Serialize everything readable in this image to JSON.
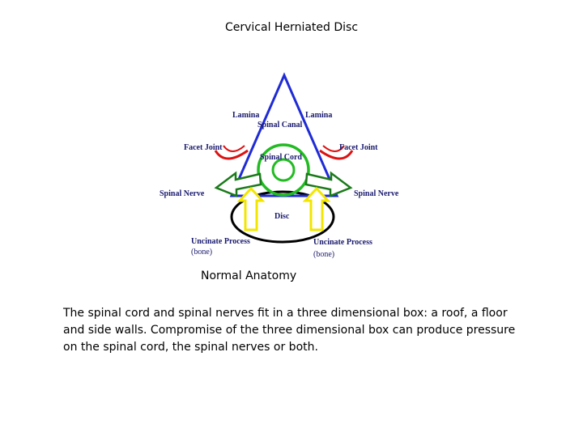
{
  "title": "Cervical Herniated Disc",
  "labels": {
    "lamina_left": "Lamina",
    "lamina_right": "Lamina",
    "spinal_canal": "Spinal Canal",
    "spinal_cord": "Spinal Cord",
    "facet_joint_left": "Facet Joint",
    "facet_joint_right": "Facet Joint",
    "spinal_nerve_left": "Spinal Nerve",
    "spinal_nerve_right": "Spinal Nerve",
    "disc": "Disc",
    "uncinate_left": "Uncinate Process",
    "uncinate_right": "Uncinate Process",
    "bone_left": "(bone)",
    "bone_right": "(bone)"
  },
  "caption": {
    "heading": "Normal Anatomy",
    "lines": [
      "The spinal cord and spinal nerves fit in a three dimensional box: a roof, a floor",
      "and side walls. Compromise of the three dimensional box can produce pressure",
      "on the spinal cord, the spinal nerves or both."
    ]
  },
  "colors": {
    "canal": "#1f2bd6",
    "cord": "#22bb22",
    "facet": "#dd1111",
    "nerve": "#1a7a1a",
    "uncinate": "#f2e600",
    "disc": "#000000",
    "label": "#1a1a6e"
  }
}
